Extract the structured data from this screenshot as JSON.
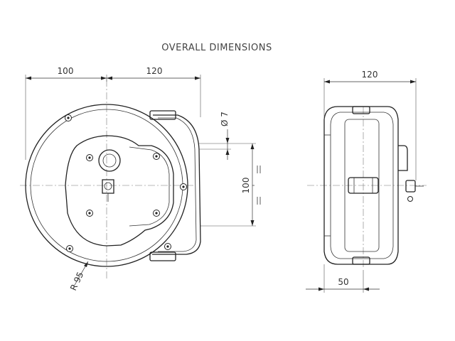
{
  "title": "OVERALL DIMENSIONS",
  "dimensions": {
    "front_width_left": "100",
    "front_width_right": "120",
    "hose_diameter": "Ø 7",
    "height_mount": "100",
    "radius": "R 95",
    "side_width": "120",
    "side_depth": "50"
  }
}
